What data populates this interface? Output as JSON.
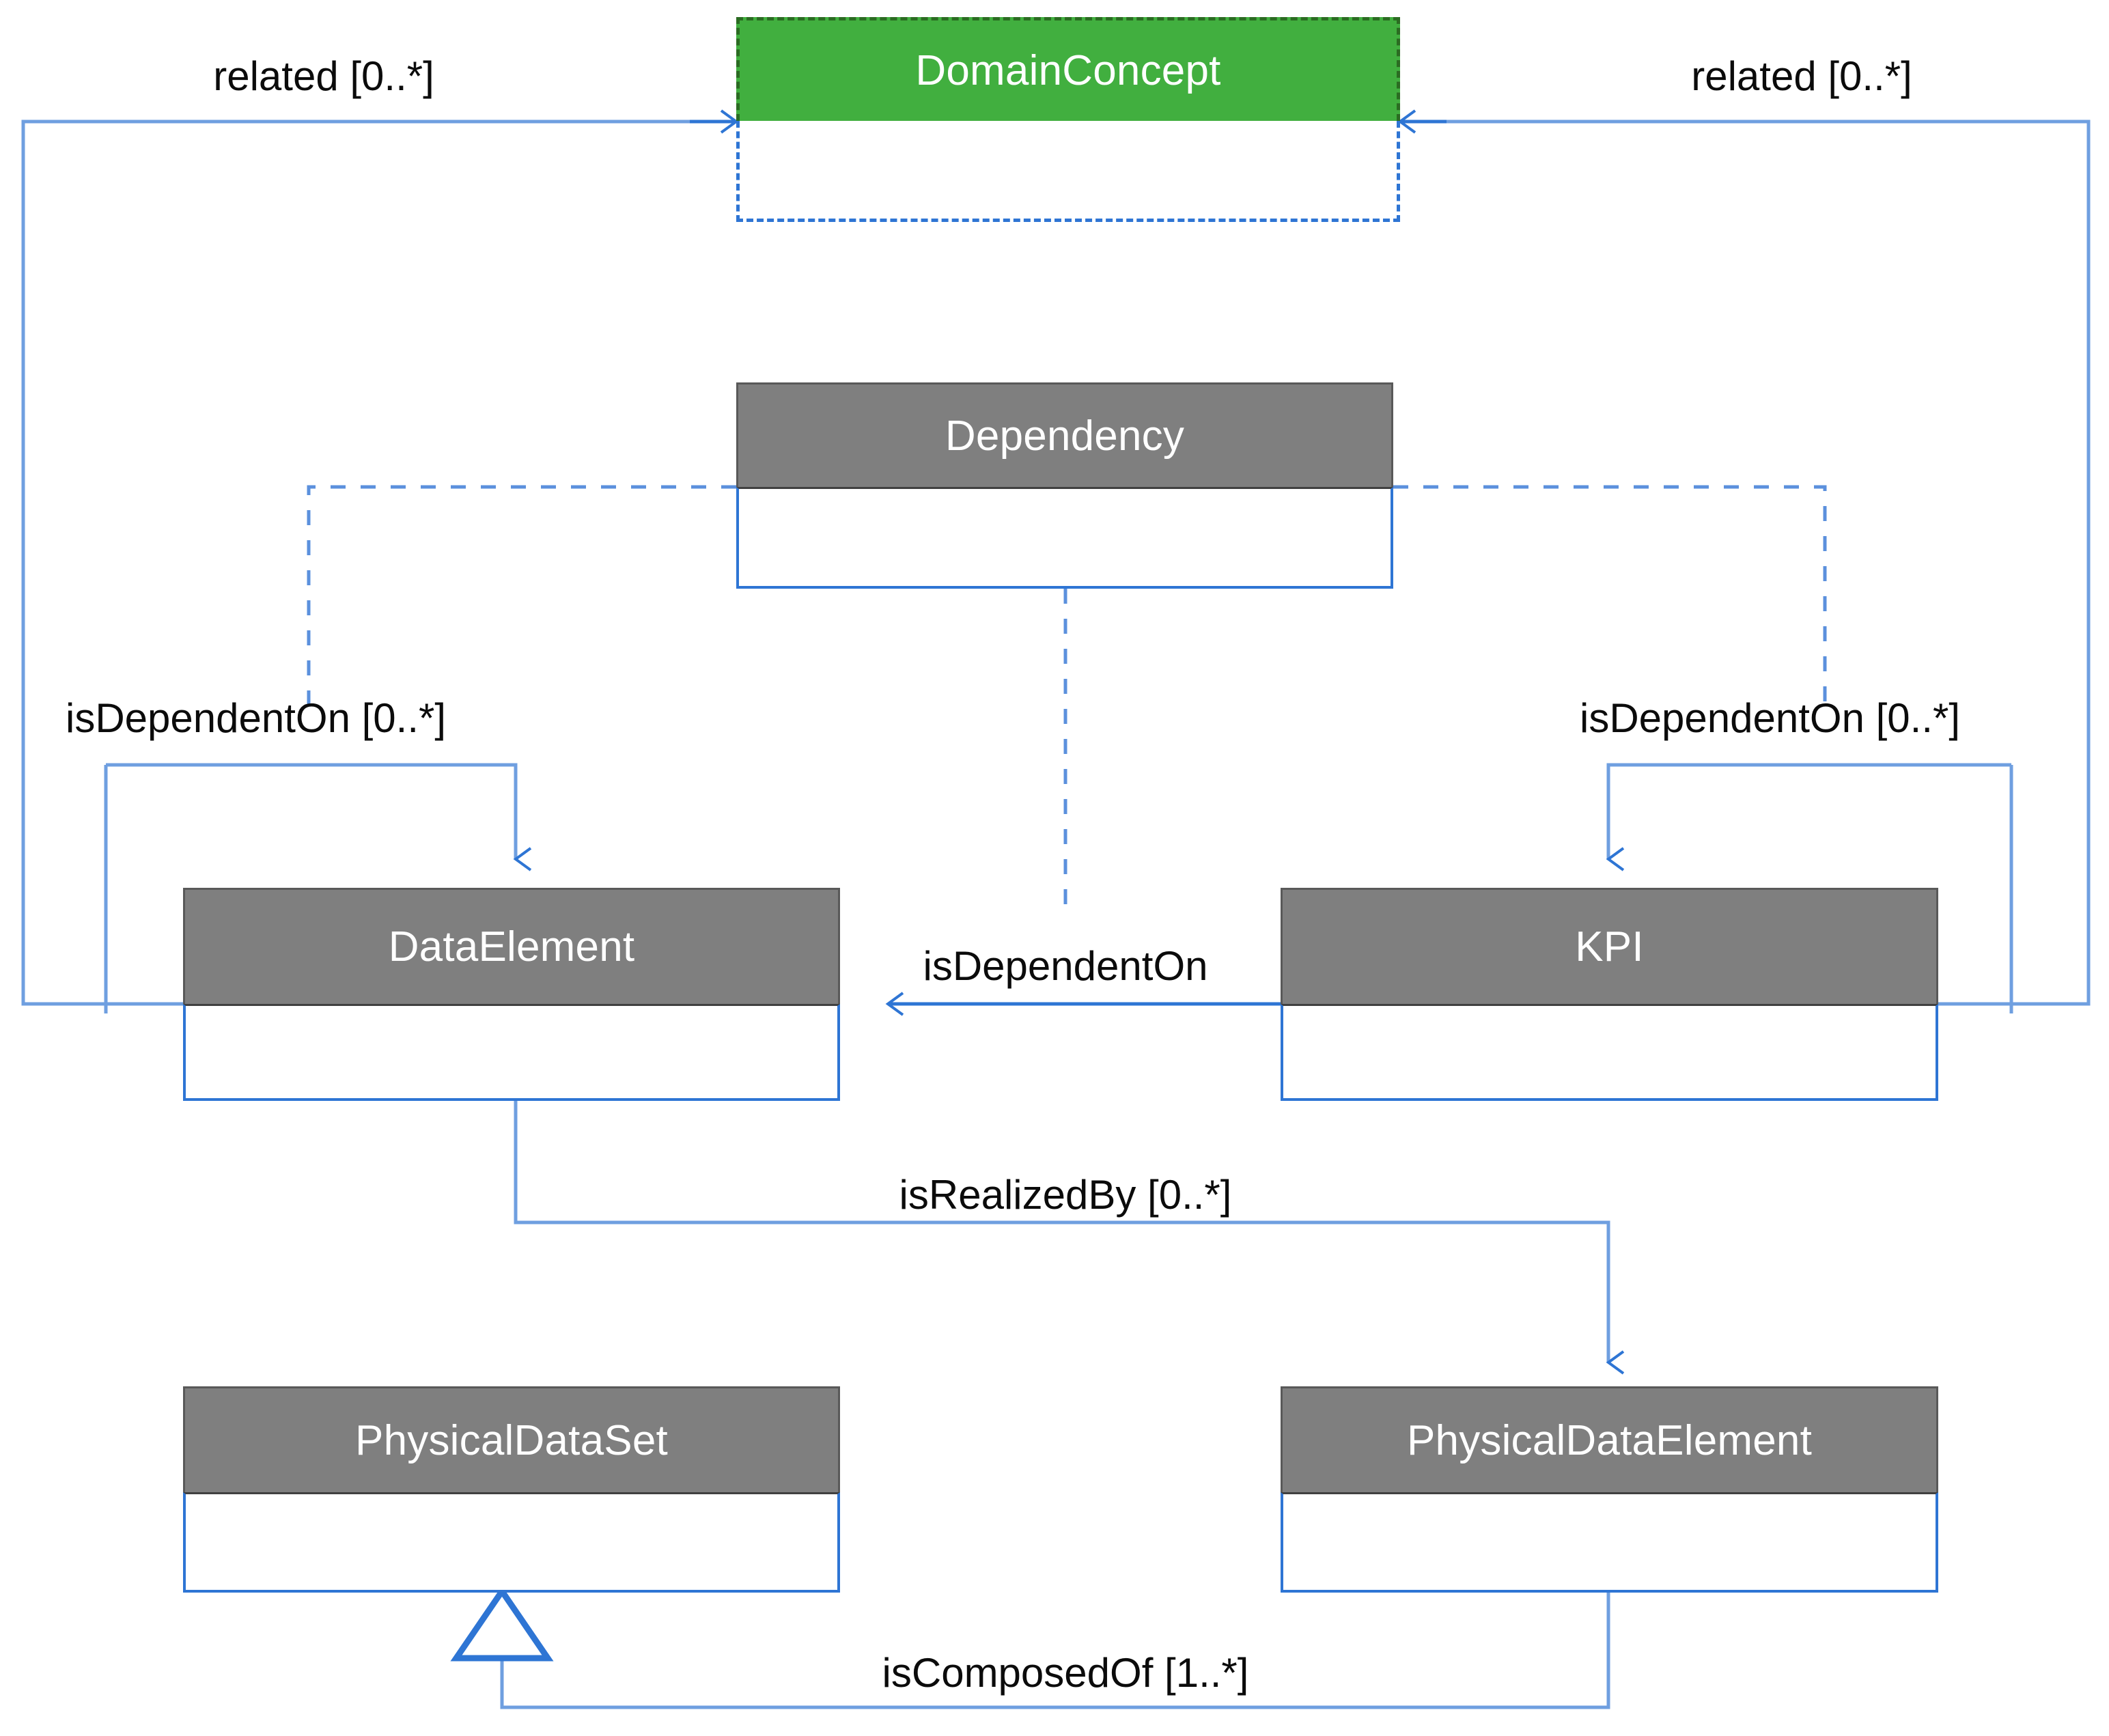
{
  "diagram": {
    "title": "Domain Concept / Data Element UML class diagram",
    "type": "uml-class-diagram",
    "colors": {
      "root_class_fill": "#41af3f",
      "root_class_border": "#2b6b22",
      "class_header_fill": "#7f7f7f",
      "class_header_border": "#595959",
      "connector": "#2e75d4",
      "connector_light": "#6f9fe0",
      "label_text": "#0b0b0b",
      "background": "#ffffff"
    }
  },
  "classes": [
    {
      "id": "domainconcept",
      "name": "DomainConcept",
      "style": "green"
    },
    {
      "id": "dependency",
      "name": "Dependency",
      "style": "gray"
    },
    {
      "id": "dataelement",
      "name": "DataElement",
      "style": "gray"
    },
    {
      "id": "kpi",
      "name": "KPI",
      "style": "gray"
    },
    {
      "id": "physicaldataset",
      "name": "PhysicalDataSet",
      "style": "gray"
    },
    {
      "id": "physicaldataelement",
      "name": "PhysicalDataElement",
      "style": "gray"
    }
  ],
  "relationships": [
    {
      "id": "rel-left",
      "label": "related [0..*]",
      "from": "DataElement",
      "to": "DomainConcept",
      "arrow": "open",
      "line": "solid"
    },
    {
      "id": "rel-right",
      "label": "related [0..*]",
      "from": "KPI",
      "to": "DomainConcept",
      "arrow": "open",
      "line": "solid"
    },
    {
      "id": "dep-left",
      "label": "isDependentOn [0..*]",
      "from": "Dependency",
      "to": "DataElement",
      "arrow": "open",
      "line": "solid"
    },
    {
      "id": "dep-right",
      "label": "isDependentOn [0..*]",
      "from": "Dependency",
      "to": "KPI",
      "arrow": "open",
      "line": "solid"
    },
    {
      "id": "dep-middle",
      "label": "isDependentOn",
      "from": "KPI",
      "to": "DataElement",
      "arrow": "open",
      "line": "solid"
    },
    {
      "id": "realized",
      "label": "isRealizedBy [0..*]",
      "from": "DataElement",
      "to": "PhysicalDataElement",
      "arrow": "open",
      "line": "solid"
    },
    {
      "id": "composed",
      "label": "isComposedOf [1..*]",
      "from": "PhysicalDataElement",
      "to": "PhysicalDataSet",
      "arrow": "hollow-triangle",
      "line": "solid"
    }
  ],
  "labels": {
    "related_left": "related [0..*]",
    "related_right": "related [0..*]",
    "dependent_left": "isDependentOn [0..*]",
    "dependent_right": "isDependentOn [0..*]",
    "dependent_middle": "isDependentOn",
    "realized_by": "isRealizedBy [0..*]",
    "composed_of": "isComposedOf [1..*]"
  }
}
